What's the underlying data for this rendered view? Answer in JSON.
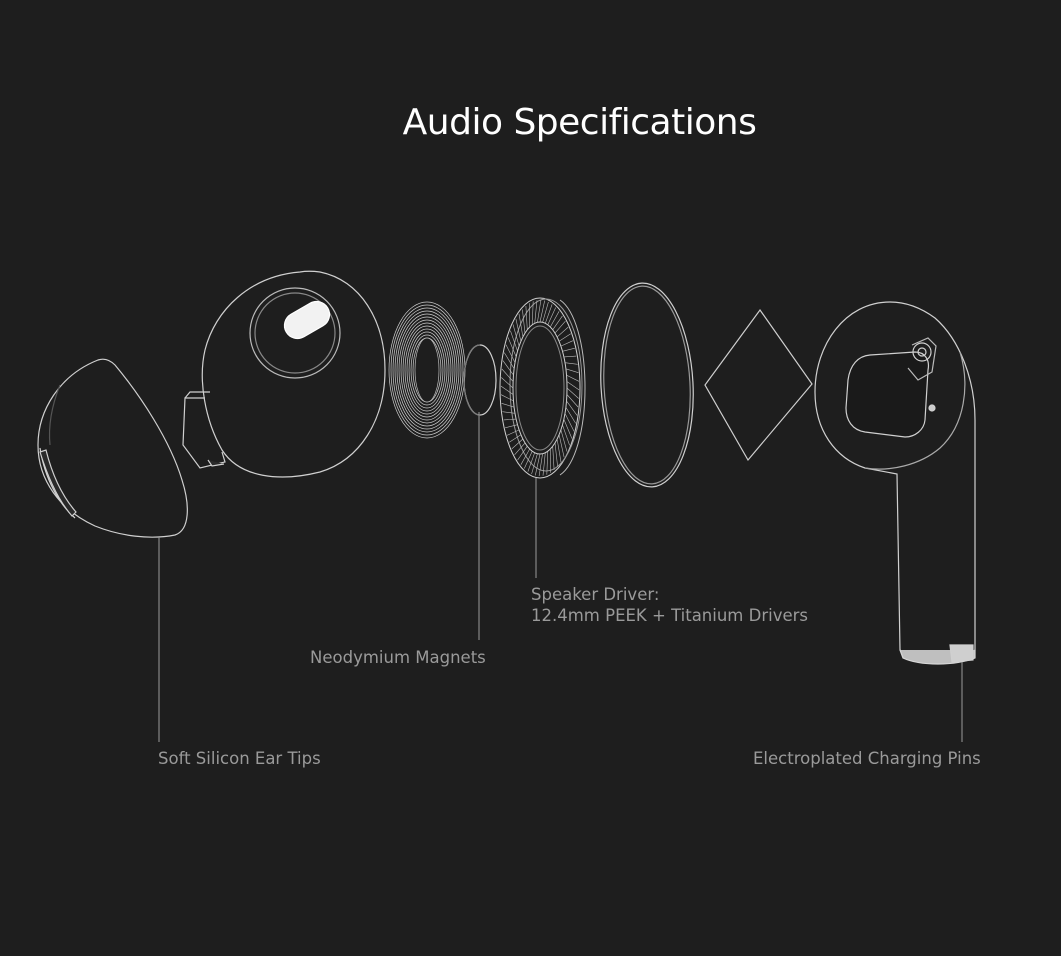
{
  "title": "Audio Specifications",
  "callouts": {
    "ear_tips": "Soft Silicon Ear Tips",
    "magnets": "Neodymium Magnets",
    "driver_line1": "Speaker Driver:",
    "driver_line2": "12.4mm PEEK + Titanium Drivers",
    "charging_pins": "Electroplated Charging Pins"
  },
  "colors": {
    "background": "#1e1e1e",
    "title": "#ffffff",
    "label": "#9a9a9a",
    "line_art": "#d8d8d8"
  }
}
